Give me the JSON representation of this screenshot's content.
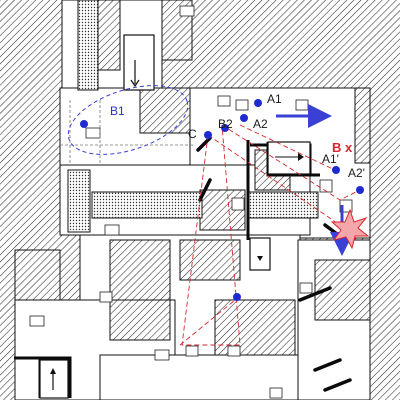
{
  "colors": {
    "hatch": "#2b2b2b",
    "wall": "#111111",
    "room": "#ffffff",
    "accent_blue": "#3a40d6",
    "accent_red": "#d9252b",
    "dot": "#1f2bd0"
  },
  "labels": {
    "b1": "B1",
    "a1": "A1",
    "a2": "A2",
    "b2": "B2",
    "c": "C",
    "bx": "B x",
    "a1p": "A1'",
    "a2p": "A2'"
  },
  "icons": {
    "arrow_right": "blue-arrow-right-icon",
    "arrow_down": "blue-arrow-down-icon",
    "explosion": "explosion-burst-icon",
    "stair_arrow": "stair-direction-arrow-icon"
  }
}
